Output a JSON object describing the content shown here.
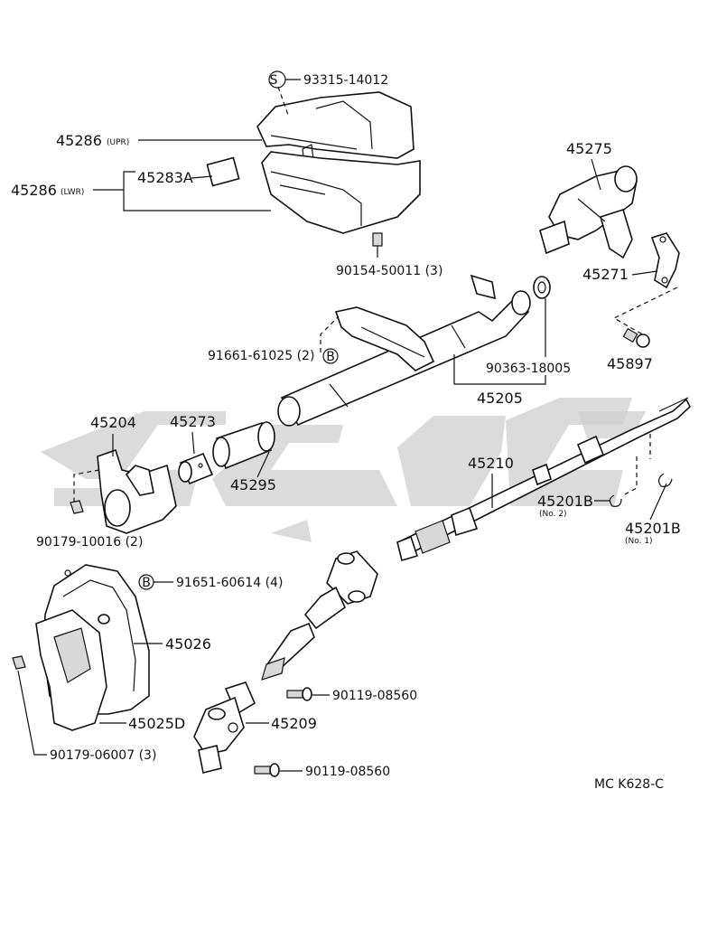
{
  "diagram_code": "MC K628-C",
  "labels": {
    "p93315_14012": "93315-14012",
    "p45286_upr": "45286",
    "p45286_upr_sub": "(UPR)",
    "p45283a": "45283A",
    "p45286_lwr": "45286",
    "p45286_lwr_sub": "(LWR)",
    "p90154_50011": "90154-50011 (3)",
    "p45275": "45275",
    "p45271": "45271",
    "p45897": "45897",
    "p91661_61025": "91661-61025 (2)",
    "p90363_18005": "90363-18005",
    "p45205": "45205",
    "p45204": "45204",
    "p45273": "45273",
    "p45295": "45295",
    "p90179_10016": "90179-10016 (2)",
    "p45210": "45210",
    "p45201b_no2": "45201B",
    "p45201b_no2_sub": "(No. 2)",
    "p45201b_no1": "45201B",
    "p45201b_no1_sub": "(No. 1)",
    "p91651_60614": "91651-60614 (4)",
    "p45026": "45026",
    "p45025d": "45025D",
    "p90179_06007": "90179-06007 (3)",
    "p90119_08560_a": "90119-08560",
    "p45209": "45209",
    "p90119_08560_b": "90119-08560"
  },
  "symbols": {
    "s_mark": "S",
    "b_mark_1": "B",
    "b_mark_2": "B"
  },
  "watermark_icon": "brand-watermark-logo"
}
